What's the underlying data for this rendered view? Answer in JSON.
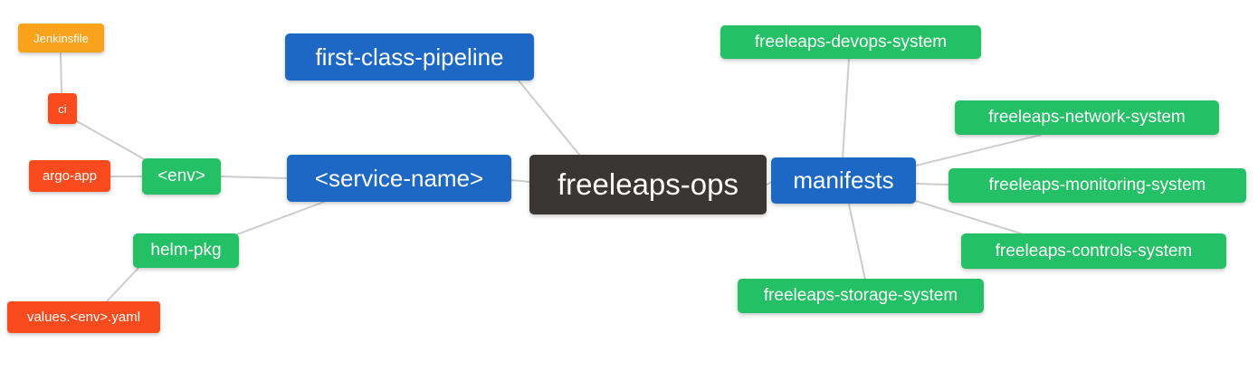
{
  "diagram": {
    "type": "mindmap",
    "root_label": "freeleaps-ops",
    "nodes": {
      "root": {
        "label": "freeleaps-ops",
        "color": "#3a3633"
      },
      "first_class_pipeline": {
        "label": "first-class-pipeline",
        "color": "#1c68c4"
      },
      "service_name": {
        "label": "<service-name>",
        "color": "#1c68c4"
      },
      "manifests": {
        "label": "manifests",
        "color": "#1c68c4"
      },
      "env": {
        "label": "<env>",
        "color": "#24c065"
      },
      "helm_pkg": {
        "label": "helm-pkg",
        "color": "#24c065"
      },
      "ci": {
        "label": "ci",
        "color": "#f94b1d"
      },
      "argo_app": {
        "label": "argo-app",
        "color": "#f94b1d"
      },
      "jenkinsfile": {
        "label": "Jenkinsfile",
        "color": "#f9a21b"
      },
      "values_env_yaml": {
        "label": "values.<env>.yaml",
        "color": "#f94b1d"
      },
      "devops_system": {
        "label": "freeleaps-devops-system",
        "color": "#24c065"
      },
      "network_system": {
        "label": "freeleaps-network-system",
        "color": "#24c065"
      },
      "monitoring_system": {
        "label": "freeleaps-monitoring-system",
        "color": "#24c065"
      },
      "controls_system": {
        "label": "freeleaps-controls-system",
        "color": "#24c065"
      },
      "storage_system": {
        "label": "freeleaps-storage-system",
        "color": "#24c065"
      }
    },
    "edges": [
      {
        "from": "jenkinsfile",
        "to": "ci"
      },
      {
        "from": "ci",
        "to": "env"
      },
      {
        "from": "argo_app",
        "to": "env"
      },
      {
        "from": "env",
        "to": "service_name"
      },
      {
        "from": "service_name",
        "to": "helm_pkg"
      },
      {
        "from": "helm_pkg",
        "to": "values_env_yaml"
      },
      {
        "from": "first_class_pipeline",
        "to": "root"
      },
      {
        "from": "service_name",
        "to": "root"
      },
      {
        "from": "root",
        "to": "manifests"
      },
      {
        "from": "manifests",
        "to": "devops_system"
      },
      {
        "from": "manifests",
        "to": "network_system"
      },
      {
        "from": "manifests",
        "to": "monitoring_system"
      },
      {
        "from": "manifests",
        "to": "controls_system"
      },
      {
        "from": "manifests",
        "to": "storage_system"
      }
    ],
    "edge_color": "#cccccc",
    "background_color": "#ffffff"
  }
}
